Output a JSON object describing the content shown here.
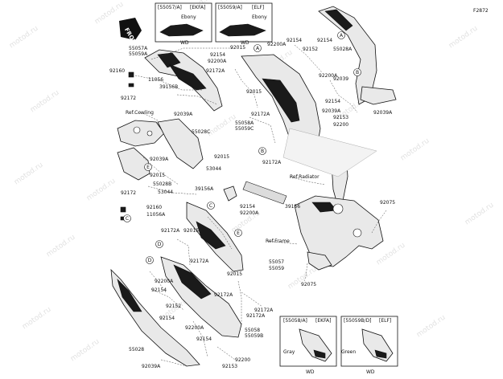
{
  "figure_id": "F2872",
  "front_label": "FRONT",
  "watermark": "motod.ru",
  "variant_boxes": [
    {
      "id": "top-left",
      "header_left": "[55057/A]",
      "header_right": "[EKFA]",
      "color": "Ebony",
      "part_code": "WD"
    },
    {
      "id": "top-mid",
      "header_left": "[55059/A]",
      "header_right": "[ELF]",
      "color": "Ebony",
      "part_code": "WD"
    },
    {
      "id": "bottom-left",
      "header_left": "[55058/A]",
      "header_right": "[EKFA]",
      "color": "Gray",
      "part_code": "WD"
    },
    {
      "id": "bottom-right",
      "header_left": "[55059B/D]",
      "header_right": "[ELF]",
      "color": "Green",
      "part_code": "WD"
    }
  ],
  "reference_labels": {
    "cowling": "Ref.Cowling",
    "radiator": "Ref.Radiator",
    "frame": "Ref.Frame"
  },
  "callout_letters": [
    "A",
    "B",
    "C",
    "D",
    "E"
  ],
  "part_labels": [
    "55057A",
    "55059A",
    "92160",
    "11056",
    "39156B",
    "92172",
    "92154",
    "92200A",
    "92172A",
    "92015",
    "92200A",
    "92154",
    "92154",
    "92152",
    "55028A",
    "92039",
    "92200A",
    "92154",
    "92039A",
    "92039A",
    "92153",
    "92200",
    "92015",
    "92172A",
    "55058A",
    "55059C",
    "92172A",
    "92039A",
    "55028C",
    "92015",
    "53044",
    "92039A",
    "92015",
    "55028B",
    "53044",
    "92172",
    "92160",
    "11056A",
    "39156A",
    "92154",
    "92200A",
    "39156",
    "92172A",
    "92015",
    "92172A",
    "55057",
    "55059",
    "92015",
    "92200A",
    "92154",
    "92152",
    "92154",
    "92172A",
    "92172A",
    "92172A",
    "92200A",
    "55058",
    "55059B",
    "92154",
    "55028",
    "92039A",
    "92153",
    "92200",
    "92075",
    "92075"
  ]
}
